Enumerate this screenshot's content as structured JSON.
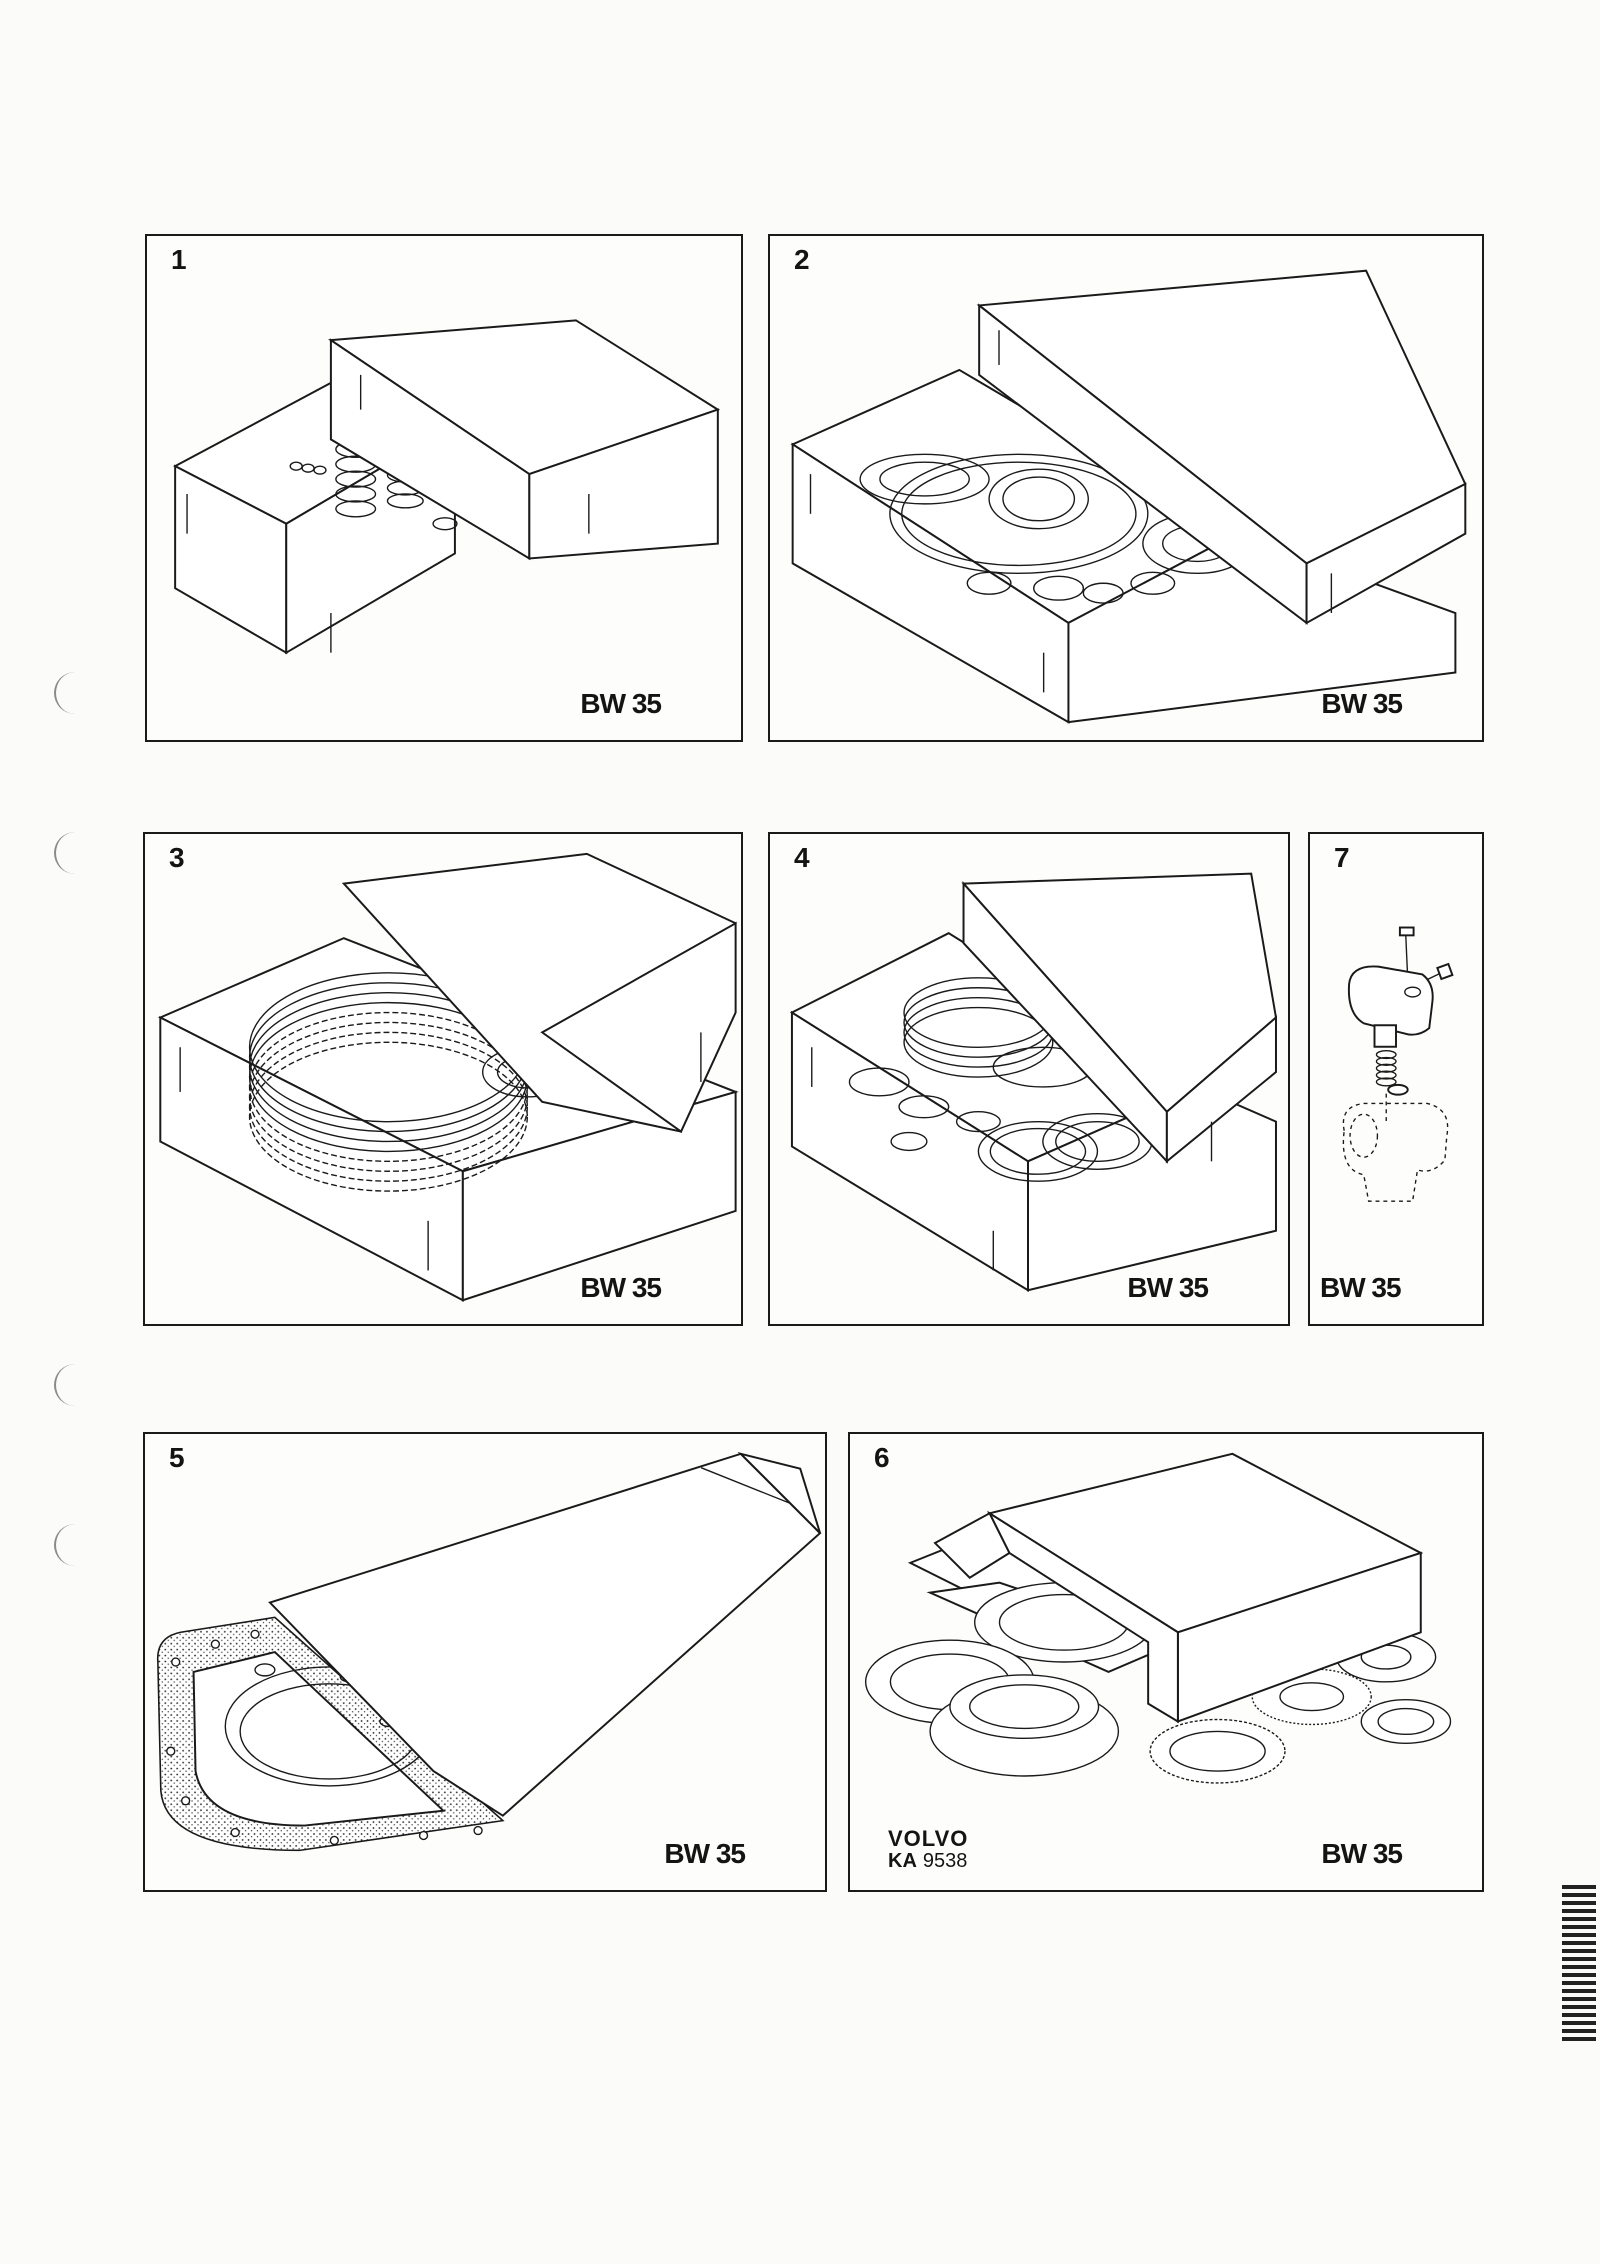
{
  "panels": [
    {
      "number": "1",
      "code": "BW 35",
      "icon": "box-springs-icon"
    },
    {
      "number": "2",
      "code": "BW 35",
      "icon": "box-seals-icon"
    },
    {
      "number": "3",
      "code": "BW 35",
      "icon": "box-clutch-plates-icon"
    },
    {
      "number": "4",
      "code": "BW 35",
      "icon": "box-piston-rings-icon"
    },
    {
      "number": "7",
      "code": "BW 35",
      "icon": "valve-assembly-icon"
    },
    {
      "number": "5",
      "code": "BW 35",
      "icon": "envelope-gasket-icon"
    },
    {
      "number": "6",
      "code": "BW 35",
      "icon": "box-thrust-washers-icon"
    }
  ],
  "brand": {
    "name": "VOLVO",
    "prefix": "KA",
    "number": "9538"
  }
}
